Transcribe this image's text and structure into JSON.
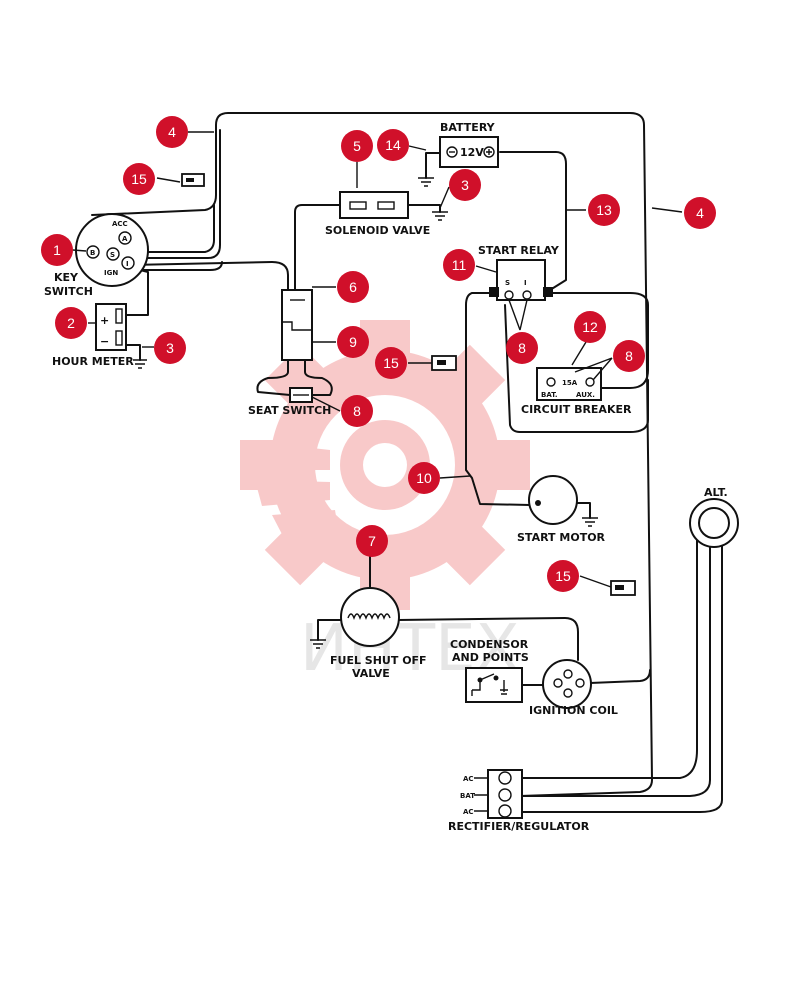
{
  "labels": {
    "battery": "BATTERY",
    "battery_voltage": "12V",
    "solenoid_valve": "SOLENOID VALVE",
    "key_switch_line1": "KEY",
    "key_switch_line2": "SWITCH",
    "key_acc": "ACC",
    "key_a": "A",
    "key_b": "B",
    "key_s": "S",
    "key_i": "I",
    "key_ign": "IGN",
    "hour_meter": "HOUR METER",
    "plus": "+",
    "minus": "−",
    "start_relay": "START RELAY",
    "relay_s": "S",
    "relay_i": "I",
    "breaker_rating": "15A",
    "breaker_bat": "BAT.",
    "breaker_aux": "AUX.",
    "circuit_breaker": "CIRCUIT BREAKER",
    "seat_switch": "SEAT SWITCH",
    "start_motor": "START MOTOR",
    "alt": "ALT.",
    "fuel_line1": "FUEL SHUT OFF",
    "fuel_line2": "VALVE",
    "condensor_line1": "CONDENSOR",
    "condensor_line2": "AND POINTS",
    "ignition_coil": "IGNITION COIL",
    "rect_ac1": "AC",
    "rect_bat": "BAT",
    "rect_ac2": "AC",
    "rectifier": "RECTIFIER/REGULATOR",
    "watermark": "ИНТЕХ"
  },
  "callouts": [
    "4",
    "15",
    "5",
    "14",
    "3",
    "13",
    "4",
    "1",
    "11",
    "6",
    "2",
    "3",
    "12",
    "9",
    "8",
    "15",
    "8",
    "8",
    "10",
    "7",
    "15"
  ],
  "colors": {
    "callout": "#d0102a",
    "watermark": "#f08a8a"
  }
}
